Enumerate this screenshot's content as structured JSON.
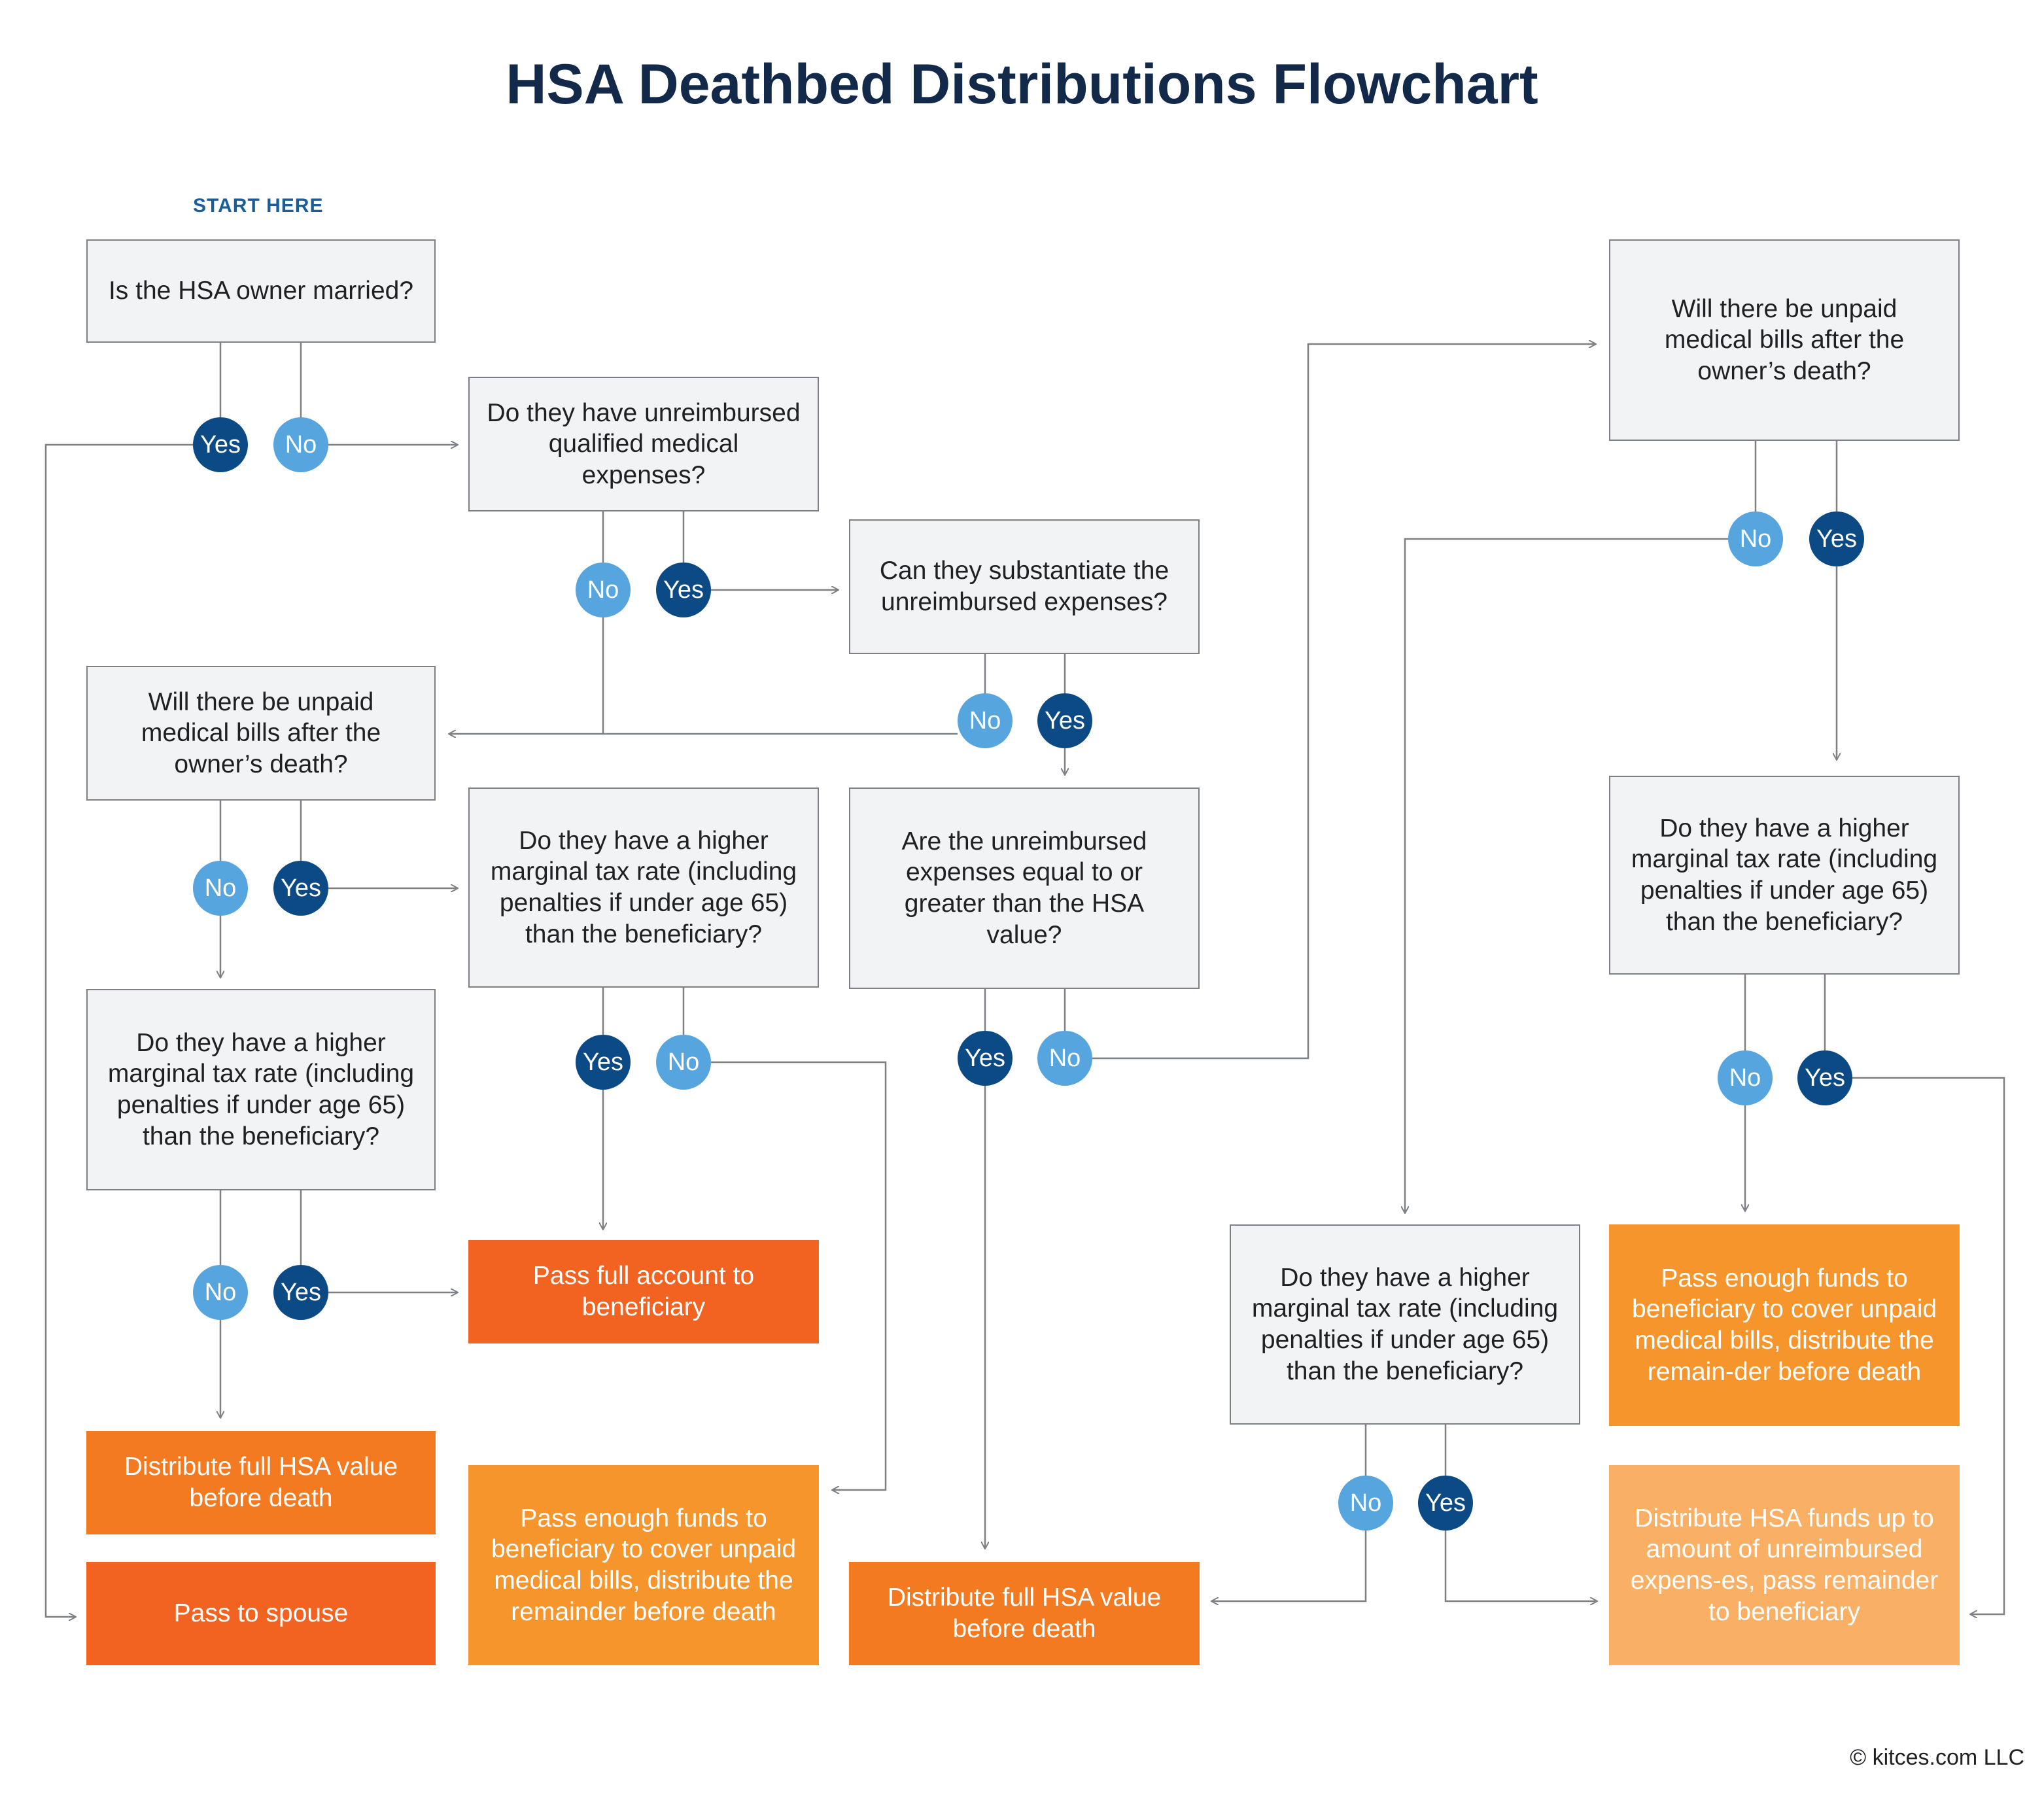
{
  "title": "HSA Deathbed Distributions Flowchart",
  "start_label": "START HERE",
  "copyright": "© kitces.com LLC",
  "questions": {
    "q1": "Is the HSA owner married?",
    "q2": "Do they have unreimbursed qualified medical expenses?",
    "q3": "Can they substantiate the unreimbursed expenses?",
    "q4": "Will there be unpaid medical bills after the owner’s death?",
    "q5": "Do they have a higher marginal tax rate (including penalties if under age 65) than the beneficiary?",
    "q6": "Do they have a higher marginal tax rate (including penalties if under age 65) than the beneficiary?",
    "q7": "Are the unreimbursed expenses equal to or greater than the HSA value?",
    "q8": "Will there be unpaid medical bills after the owner’s death?",
    "q9": "Do they have a higher marginal tax rate (including penalties if under age 65) than the beneficiary?",
    "q10": "Do they have a higher marginal tax rate (including penalties if under age 65) than the beneficiary?"
  },
  "outcomes": {
    "o1": "Pass full account to beneficiary",
    "o2": "Distribute full HSA value before death",
    "o3": "Pass to spouse",
    "o4": "Pass enough funds to beneficiary to cover unpaid medical bills, distribute the remainder before death",
    "o5": "Distribute full HSA value before death",
    "o6": "Pass enough funds to beneficiary to cover unpaid medical bills, distribute the remain-der before death",
    "o7": "Distribute HSA funds up to amount of unreimbursed expens-es, pass remainder to beneficiary"
  },
  "answers": {
    "yes": "Yes",
    "no": "No"
  },
  "colors": {
    "navy_yes": "#0c4a86",
    "light_no": "#56a5de",
    "title": "#12294a",
    "orange_dark": "#f26322",
    "orange_light": "#f9b065"
  }
}
